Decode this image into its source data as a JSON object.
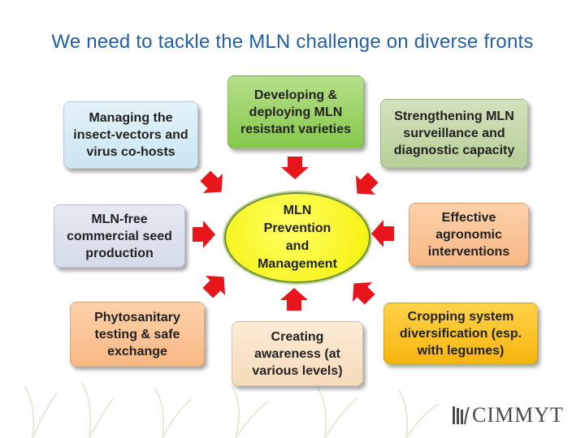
{
  "title": "We need to tackle the MLN challenge on diverse fronts",
  "center": {
    "line1": "MLN",
    "line2": "Prevention",
    "line3": "and",
    "line4": "Management"
  },
  "boxes": {
    "developing": "Developing & deploying MLN resistant varieties",
    "managing": "Managing the insect-vectors and virus co-hosts",
    "strengthening": "Strengthening MLN surveillance and diagnostic capacity",
    "mln_free": "MLN-free commercial seed production",
    "agronomic": "Effective agronomic interventions",
    "phytosanitary": "Phytosanitary testing & safe exchange",
    "awareness": "Creating awareness (at various levels)",
    "cropping": "Cropping system diversification (esp. with legumes)"
  },
  "logo": {
    "text": "CIMMYT"
  },
  "colors": {
    "title": "#1f5fa8",
    "arrow": "#e8161b",
    "center": "#f4f000"
  }
}
